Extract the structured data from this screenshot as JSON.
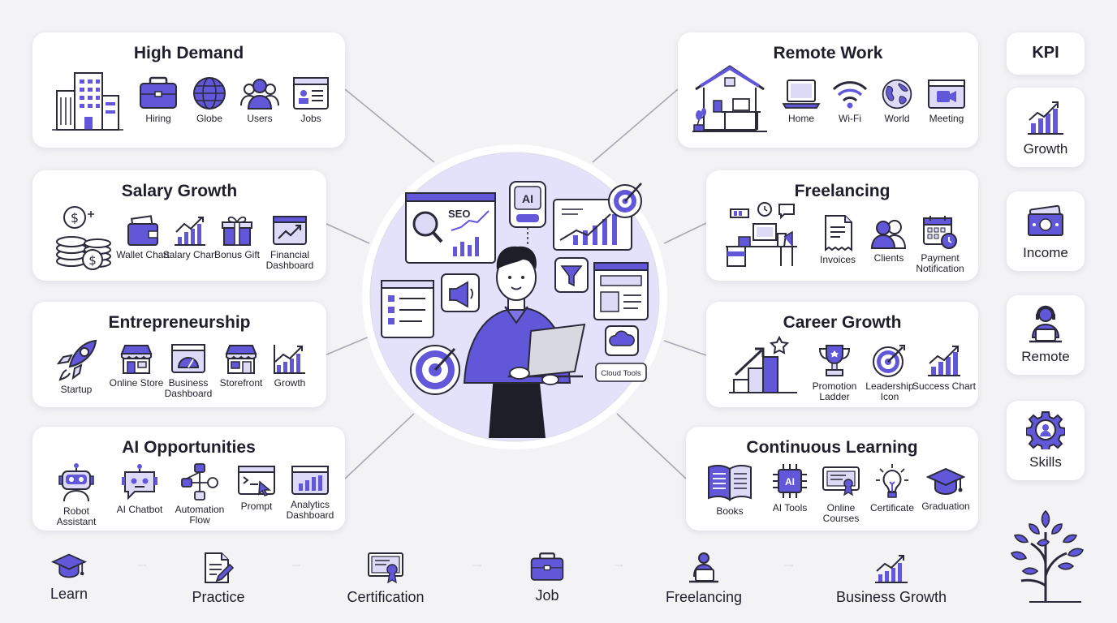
{
  "colors": {
    "accent": "#6257d8",
    "accent_light": "#dcdaf7",
    "outline": "#2a2a3a",
    "card_bg": "#ffffff",
    "page_bg": "#f3f3f6"
  },
  "left_cards": [
    {
      "title": "High Demand",
      "items": [
        {
          "label": "Hiring",
          "icon": "briefcase-icon"
        },
        {
          "label": "Globe",
          "icon": "globe-icon"
        },
        {
          "label": "Users",
          "icon": "users-icon"
        },
        {
          "label": "Jobs",
          "icon": "job-board-icon"
        }
      ]
    },
    {
      "title": "Salary Growth",
      "items": [
        {
          "label": "Wallet Chart",
          "icon": "wallet-icon"
        },
        {
          "label": "Salary Chart",
          "icon": "salary-chart-icon"
        },
        {
          "label": "Bonus Gift",
          "icon": "gift-icon"
        },
        {
          "label": "Financial Dashboard",
          "icon": "financial-dashboard-icon"
        }
      ]
    },
    {
      "title": "Entrepreneurship",
      "items": [
        {
          "label": "Startup",
          "icon": "rocket-icon"
        },
        {
          "label": "Online Store",
          "icon": "online-store-icon"
        },
        {
          "label": "Business Dashboard",
          "icon": "gauge-dashboard-icon"
        },
        {
          "label": "Storefront",
          "icon": "storefront-icon"
        },
        {
          "label": "Growth",
          "icon": "growth-chart-icon"
        }
      ]
    },
    {
      "title": "AI Opportunities",
      "items": [
        {
          "label": "Robot Assistant",
          "icon": "robot-icon"
        },
        {
          "label": "AI Chatbot",
          "icon": "chatbot-icon"
        },
        {
          "label": "Automation Flow",
          "icon": "flow-icon"
        },
        {
          "label": "Prompt",
          "icon": "prompt-icon"
        },
        {
          "label": "Analytics Dashboard",
          "icon": "analytics-icon"
        }
      ]
    }
  ],
  "right_cards": [
    {
      "title": "Remote Work",
      "items": [
        {
          "label": "Home",
          "icon": "laptop-icon"
        },
        {
          "label": "Wi-Fi",
          "icon": "wifi-icon"
        },
        {
          "label": "World",
          "icon": "world-icon"
        },
        {
          "label": "Meeting",
          "icon": "video-meeting-icon"
        }
      ]
    },
    {
      "title": "Freelancing",
      "items": [
        {
          "label": "Invoices",
          "icon": "invoice-icon"
        },
        {
          "label": "Clients",
          "icon": "clients-icon"
        },
        {
          "label": "Payment Notification",
          "icon": "calendar-clock-icon"
        }
      ]
    },
    {
      "title": "Career Growth",
      "items": [
        {
          "label": "Promotion Ladder",
          "icon": "trophy-icon"
        },
        {
          "label": "Leadership Icon",
          "icon": "target-icon"
        },
        {
          "label": "Success Chart",
          "icon": "success-chart-icon"
        }
      ]
    },
    {
      "title": "Continuous Learning",
      "items": [
        {
          "label": "Books",
          "icon": "book-icon"
        },
        {
          "label": "AI Tools",
          "icon": "ai-chip-icon"
        },
        {
          "label": "Online Courses",
          "icon": "certificate-screen-icon"
        },
        {
          "label": "Certificate",
          "icon": "lightbulb-icon"
        },
        {
          "label": "Graduation",
          "icon": "graduation-cap-icon"
        }
      ]
    }
  ],
  "kpi": {
    "title": "KPI",
    "items": [
      {
        "label": "Growth",
        "icon": "growth-chart-icon"
      },
      {
        "label": "Income",
        "icon": "money-icon"
      },
      {
        "label": "Remote",
        "icon": "remote-worker-icon"
      },
      {
        "label": "Skills",
        "icon": "gear-person-icon"
      }
    ]
  },
  "center": {
    "seo_label": "SEO",
    "ai_label": "AI",
    "cloud_label": "Cloud Tools"
  },
  "pathway": [
    {
      "label": "Learn",
      "icon": "graduation-cap-icon"
    },
    {
      "label": "Practice",
      "icon": "document-pen-icon"
    },
    {
      "label": "Certification",
      "icon": "certificate-icon"
    },
    {
      "label": "Job",
      "icon": "briefcase-icon"
    },
    {
      "label": "Freelancing",
      "icon": "laptop-person-icon"
    },
    {
      "label": "Business Growth",
      "icon": "growth-chart-icon"
    }
  ]
}
